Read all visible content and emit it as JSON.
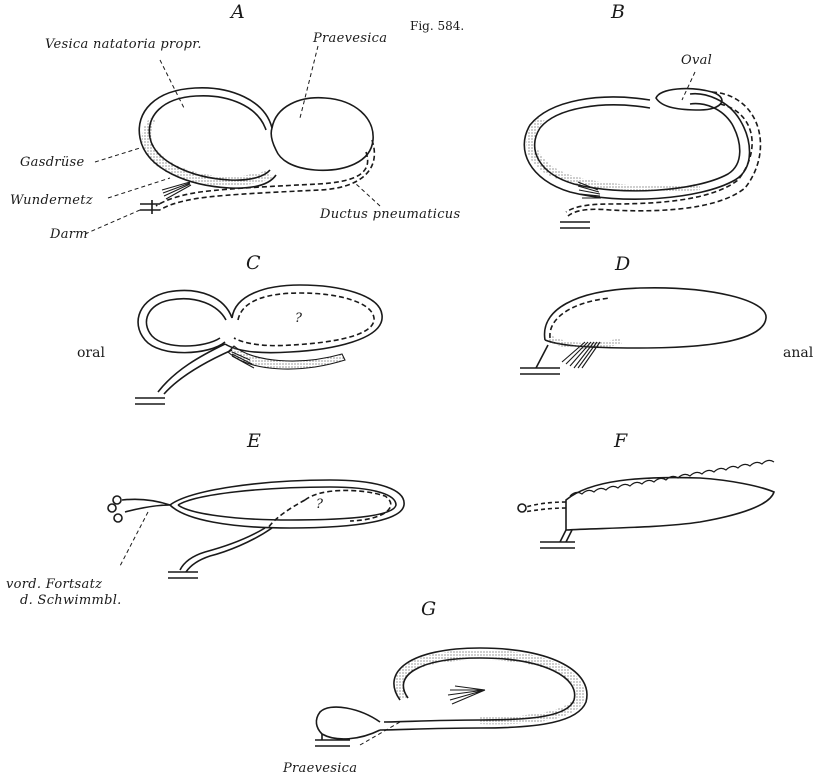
{
  "figure": {
    "caption": "Fig. 584.",
    "panels": {
      "A": "A",
      "B": "B",
      "C": "C",
      "D": "D",
      "E": "E",
      "F": "F",
      "G": "G"
    },
    "labels": {
      "vesica_natatoria": "Vesica natatoria propr.",
      "praevesica_a": "Praevesica",
      "oval": "Oval",
      "gasdruese": "Gasdrüse",
      "wundernetz": "Wundernetz",
      "darm": "Darm",
      "ductus_pneumaticus": "Ductus pneumaticus",
      "oral": "oral",
      "anal": "anal",
      "question_c": "?",
      "question_e": "?",
      "vord_fortsatz_1": "vord. Fortsatz",
      "vord_fortsatz_2": "d. Schwimmbl.",
      "praevesica_g": "Praevesica"
    }
  },
  "colors": {
    "ink": "#1a1a1a",
    "stipple": "#6a6a6a",
    "background": "#ffffff"
  }
}
